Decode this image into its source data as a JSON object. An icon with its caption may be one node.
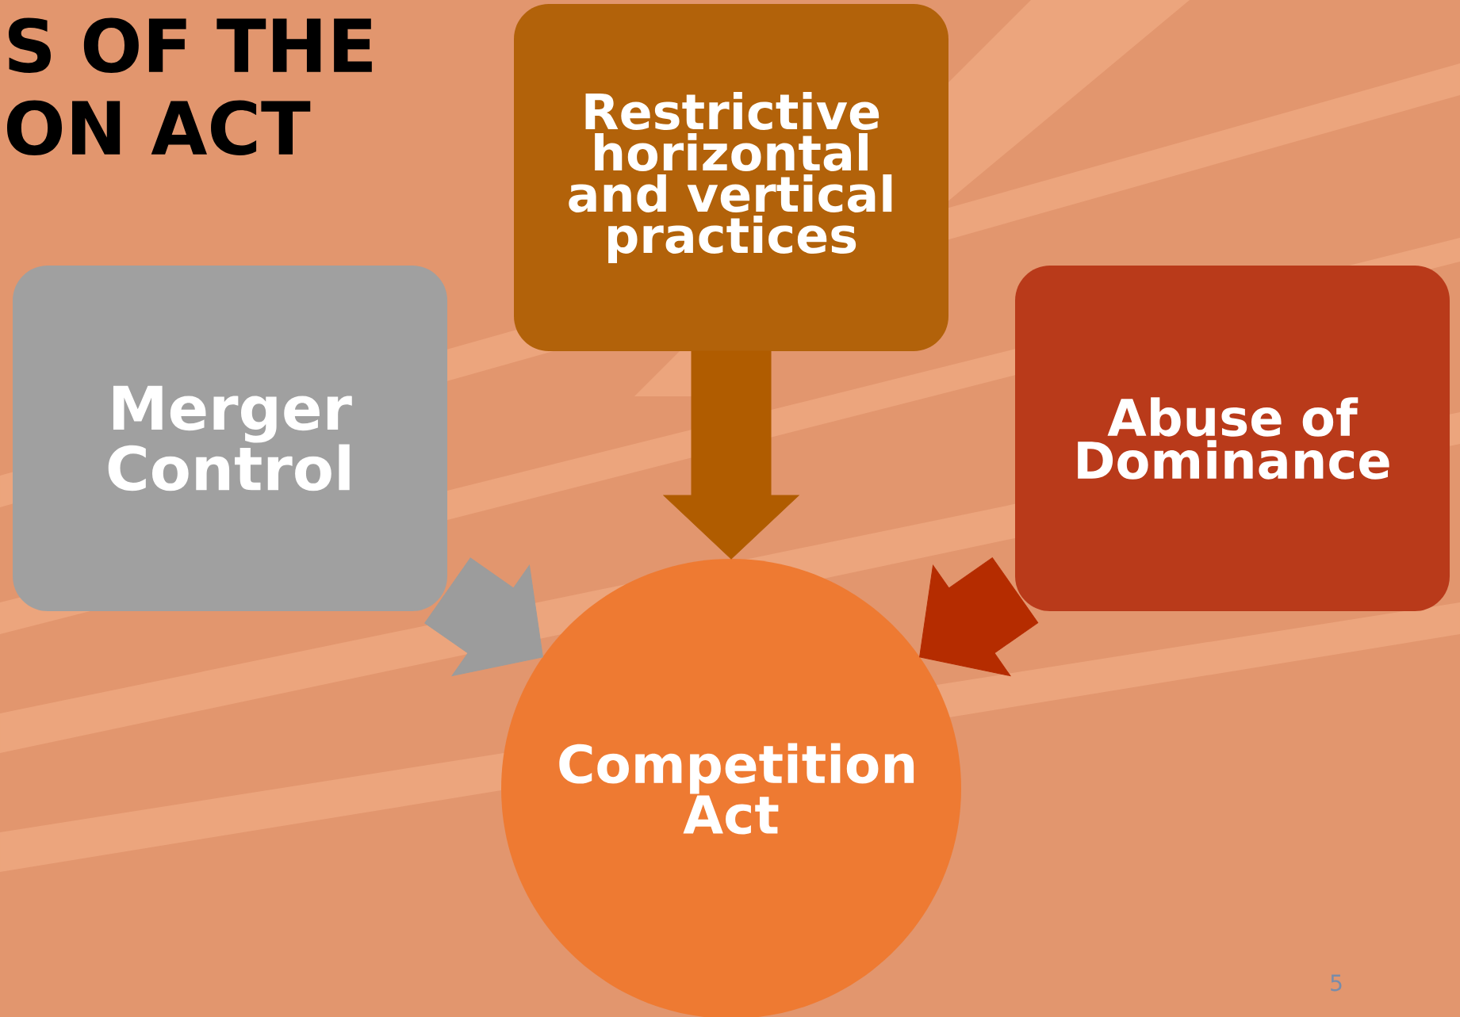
{
  "diagram": {
    "title": "S OF THE ON ACT",
    "nodes": [
      {
        "text": [
          "Restrictive horizontal and vertical practices"
        ]
      },
      {
        "text": [
          "Merger Control"
        ]
      },
      {
        "text": [
          "Abuse of Dominance"
        ]
      },
      {
        "text": [
          "Competition Act"
        ]
      }
    ],
    "edges": [
      {
        "from": 0,
        "to": 3,
        "arrow": "to",
        "color": "#b05c00"
      },
      {
        "from": 1,
        "to": 3,
        "arrow": "to",
        "color": "#9c9c9c"
      },
      {
        "from": 2,
        "to": 3,
        "arrow": "to",
        "color": "#b52c00"
      }
    ],
    "labels": [
      "5"
    ]
  }
}
